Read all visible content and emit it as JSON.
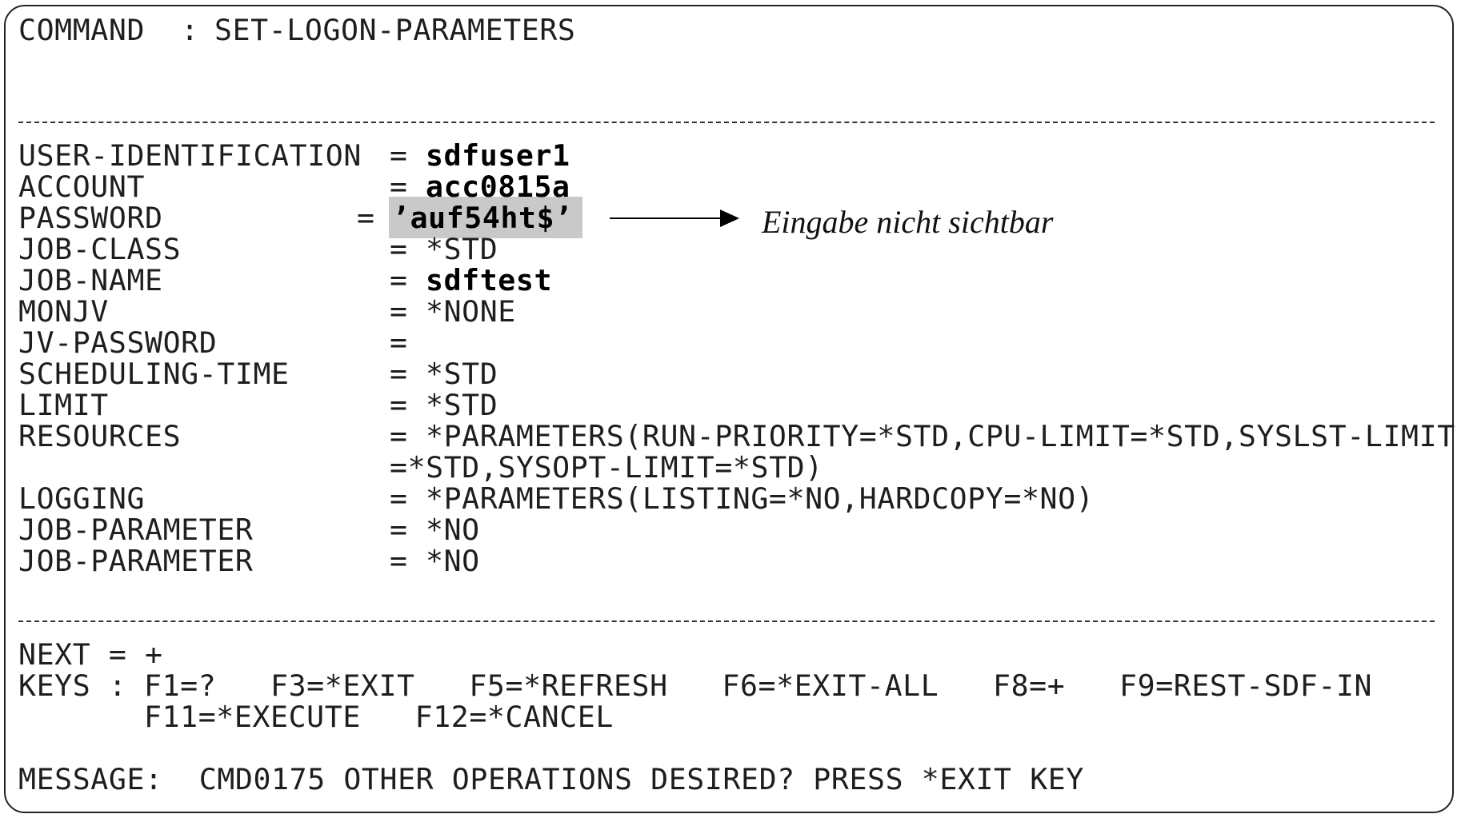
{
  "command": {
    "label": "COMMAND  :",
    "value": "SET-LOGON-PARAMETERS"
  },
  "fields": [
    {
      "label": "USER-IDENTIFICATION",
      "eq": "=",
      "value": "sdfuser1"
    },
    {
      "label": "ACCOUNT",
      "eq": "=",
      "value": "acc0815a"
    },
    {
      "label": "PASSWORD",
      "eq": "=",
      "value": "’auf54ht$’"
    },
    {
      "label": "JOB-CLASS",
      "eq": "=",
      "value": "*STD"
    },
    {
      "label": "JOB-NAME",
      "eq": "=",
      "value": "sdftest"
    },
    {
      "label": "MONJV",
      "eq": "=",
      "value": "*NONE"
    },
    {
      "label": "JV-PASSWORD",
      "eq": "=",
      "value": ""
    },
    {
      "label": "SCHEDULING-TIME",
      "eq": "=",
      "value": "*STD"
    },
    {
      "label": "LIMIT",
      "eq": "=",
      "value": "*STD"
    },
    {
      "label": "RESOURCES",
      "eq": "=",
      "value": "*PARAMETERS(RUN-PRIORITY=*STD,CPU-LIMIT=*STD,SYSLST-LIMIT",
      "value2": "=*STD,SYSOPT-LIMIT=*STD)"
    },
    {
      "label": "LOGGING",
      "eq": "=",
      "value": "*PARAMETERS(LISTING=*NO,HARDCOPY=*NO)"
    },
    {
      "label": "JOB-PARAMETER",
      "eq": "=",
      "value": "*NO"
    },
    {
      "label": "JOB-PARAMETER",
      "eq": "=",
      "value": "*NO"
    }
  ],
  "annotation": "Eingabe nicht sichtbar",
  "next": "NEXT = +",
  "keys": {
    "label": "KEYS :",
    "line1": "F1=?   F3=*EXIT   F5=*REFRESH   F6=*EXIT-ALL   F8=+   F9=REST-SDF-IN",
    "line2": "F11=*EXECUTE   F12=*CANCEL"
  },
  "message": "MESSAGE:  CMD0175 OTHER OPERATIONS DESIRED? PRESS *EXIT KEY"
}
